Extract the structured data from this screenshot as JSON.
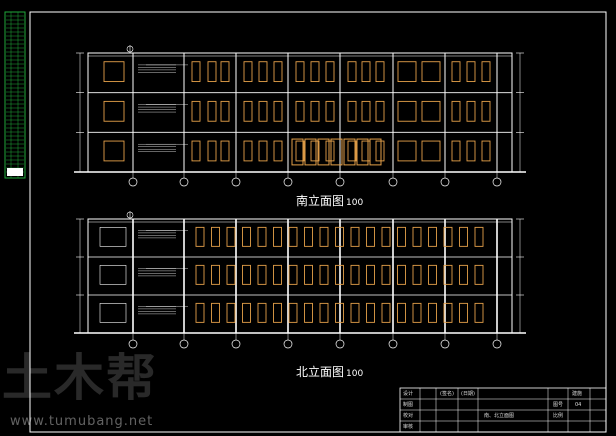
{
  "drawing": {
    "south_title": "南立面图",
    "south_scale": "100",
    "north_title": "北立面图",
    "north_scale": "100"
  },
  "title_block": {
    "row1": [
      "设计",
      "(签名)",
      "(日期)"
    ],
    "row2_label": "制图",
    "row3_label": "校对",
    "row4_label": "审核",
    "drawing_name": "南、北立面图",
    "drawing_no_label": "图号",
    "drawing_no_value": "04",
    "scale_label": "比例",
    "sheet_label": "建施"
  },
  "watermark": {
    "text": "土木帮",
    "url": "www.tumubang.net"
  },
  "colors": {
    "background": "#000000",
    "line": "#ffffff",
    "window": "#e5a14a",
    "ribbon": "#1fa83a"
  }
}
